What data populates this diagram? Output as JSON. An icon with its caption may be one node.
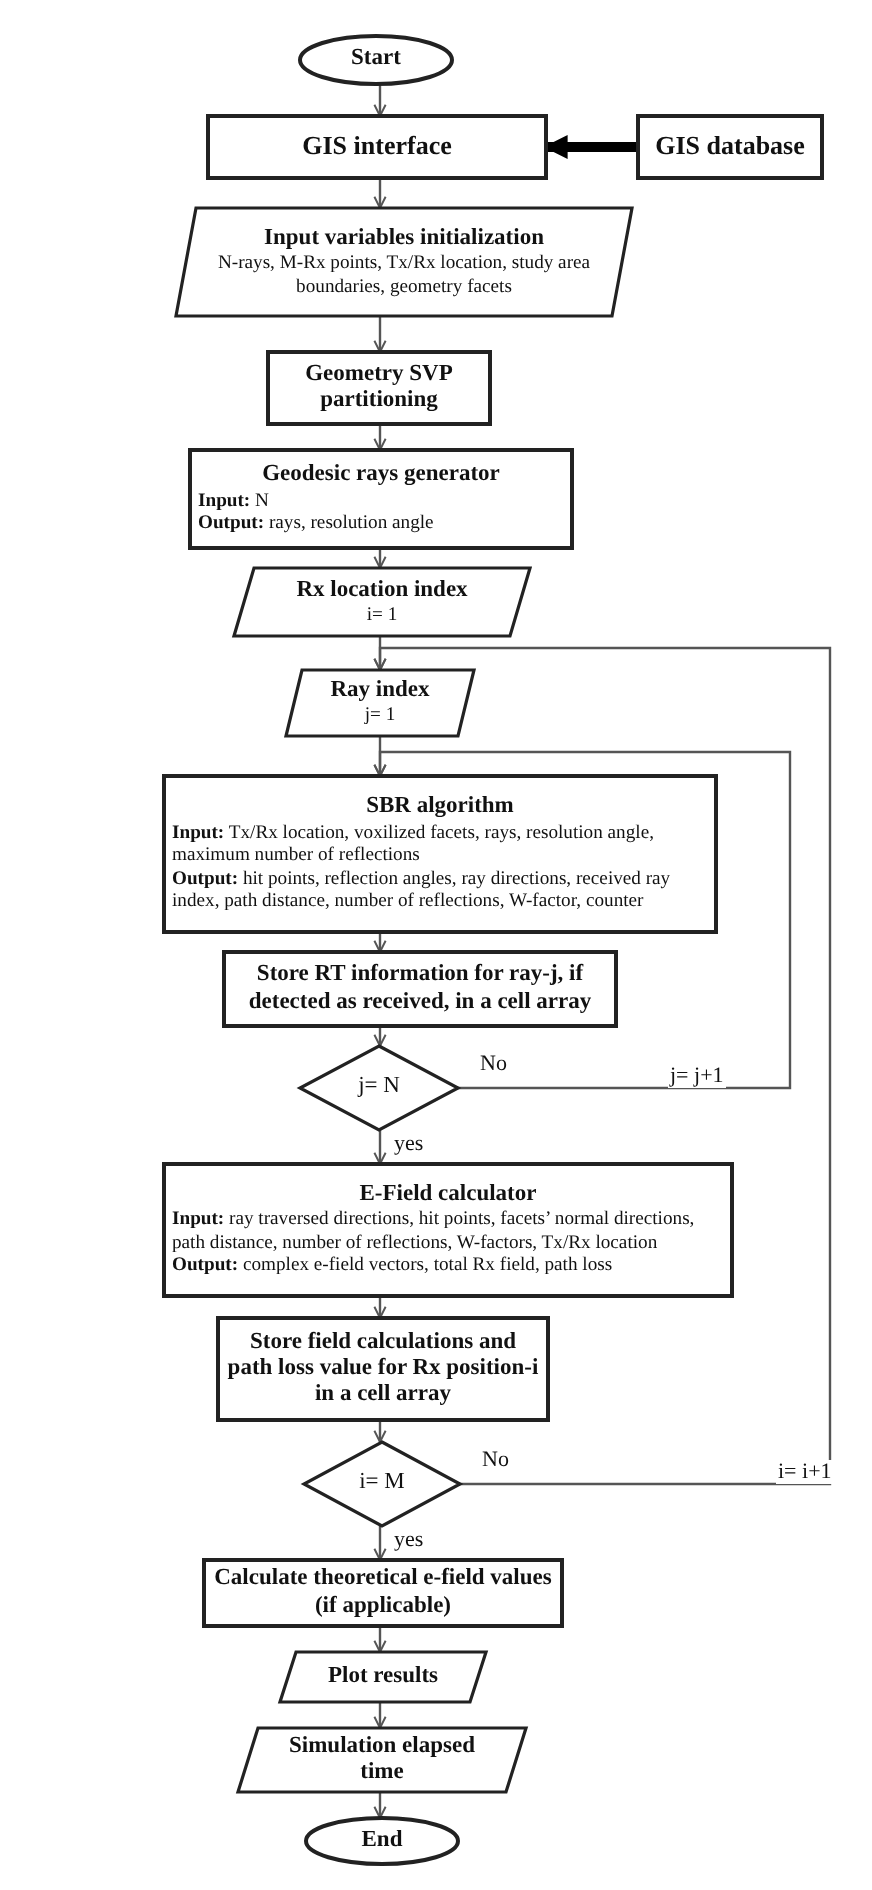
{
  "diagram": {
    "nodes": [
      {
        "text": [
          "Start"
        ]
      },
      {
        "text": [
          "GIS interface"
        ]
      },
      {
        "text": [
          "GIS database"
        ]
      },
      {
        "text": [
          "Input variables initialization",
          "N-rays, M-Rx points, Tx/Rx location, study area boundaries, geometry facets"
        ]
      },
      {
        "text": [
          "Geometry SVP partitioning"
        ]
      },
      {
        "text": [
          "Geodesic rays generator",
          "**Input:** N",
          "**Output:** rays, resolution angle"
        ]
      },
      {
        "text": [
          "Rx location index",
          "i= 1"
        ]
      },
      {
        "text": [
          "Ray index",
          "j= 1"
        ]
      },
      {
        "text": [
          "SBR algorithm",
          "**Input:** Tx/Rx location, voxilized facets, rays, resolution angle, maximum number of reflections",
          "**Output:** hit points, reflection angles, ray directions, received ray index, path distance, number of reflections, W-factor, counter"
        ]
      },
      {
        "text": [
          "Store RT information for ray-j, if detected as received, in a cell array"
        ]
      },
      {
        "text": [
          "j= N"
        ]
      },
      {
        "text": [
          "E-Field calculator",
          "**Input:** ray traversed directions, hit points, facets’ normal directions, path distance, number of reflections, W-factors, Tx/Rx location",
          "**Output:** complex e-field vectors, total Rx field, path loss"
        ]
      },
      {
        "text": [
          "Store field calculations and path loss value for Rx position-i in a cell array"
        ]
      },
      {
        "text": [
          "i= M"
        ]
      },
      {
        "text": [
          "Calculate theoretical e-field values (if applicable)"
        ]
      },
      {
        "text": [
          "Plot results"
        ]
      },
      {
        "text": [
          "Simulation elapsed time"
        ]
      },
      {
        "text": [
          "End"
        ]
      }
    ],
    "edges": [
      {
        "from": 0,
        "to": 1,
        "arrow": "to"
      },
      {
        "from": 2,
        "to": 1,
        "arrow": "to",
        "style": "thick"
      },
      {
        "from": 1,
        "to": 3,
        "arrow": "to"
      },
      {
        "from": 3,
        "to": 4,
        "arrow": "to"
      },
      {
        "from": 4,
        "to": 5,
        "arrow": "to"
      },
      {
        "from": 5,
        "to": 6,
        "arrow": "to"
      },
      {
        "from": 6,
        "to": 7,
        "arrow": "to"
      },
      {
        "from": 7,
        "to": 8,
        "arrow": "to"
      },
      {
        "from": 8,
        "to": 9,
        "arrow": "to"
      },
      {
        "from": 9,
        "to": 10,
        "arrow": "to"
      },
      {
        "from": 10,
        "to": 8,
        "arrow": "to",
        "label": "No"
      },
      {
        "from": 10,
        "to": 11,
        "arrow": "to",
        "label": "yes"
      },
      {
        "from": 11,
        "to": 12,
        "arrow": "to"
      },
      {
        "from": 12,
        "to": 13,
        "arrow": "to"
      },
      {
        "from": 13,
        "to": 7,
        "arrow": "to",
        "label": "No"
      },
      {
        "from": 13,
        "to": 14,
        "arrow": "to",
        "label": "yes"
      },
      {
        "from": 14,
        "to": 15,
        "arrow": "to"
      },
      {
        "from": 15,
        "to": 16,
        "arrow": "to"
      },
      {
        "from": 16,
        "to": 17,
        "arrow": "to"
      }
    ],
    "labels": [
      "j= j+1",
      "i= i+1"
    ]
  }
}
